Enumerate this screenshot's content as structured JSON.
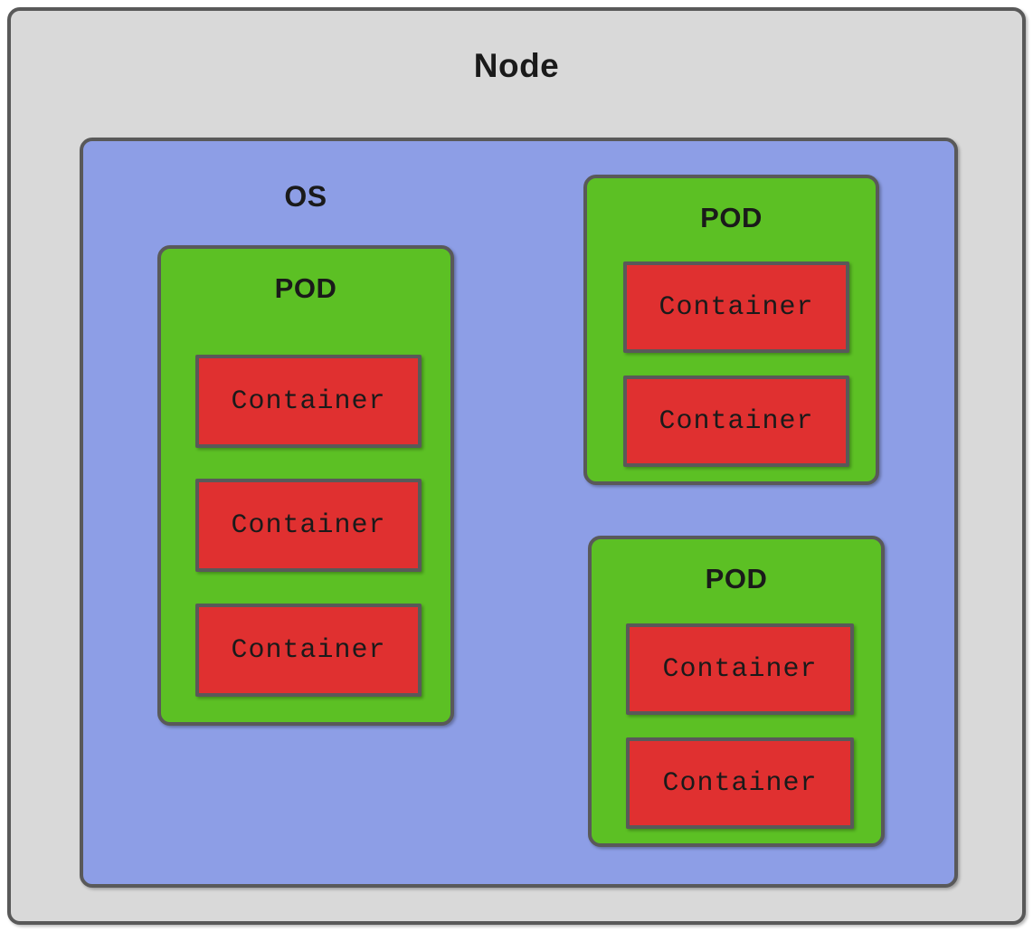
{
  "diagram": {
    "title": "Node",
    "colors": {
      "node_fill": "#d9d9d9",
      "os_fill": "#8d9ee6",
      "pod_fill": "#5cc024",
      "container_fill": "#e03030",
      "stroke": "#595959",
      "text": "#1a1a1a"
    },
    "node": {
      "label": "Node",
      "os": {
        "label": "OS",
        "pods": [
          {
            "id": "pod-left",
            "label": "POD",
            "containers": [
              {
                "label": "Container"
              },
              {
                "label": "Container"
              },
              {
                "label": "Container"
              }
            ]
          },
          {
            "id": "pod-top-right",
            "label": "POD",
            "containers": [
              {
                "label": "Container"
              },
              {
                "label": "Container"
              }
            ]
          },
          {
            "id": "pod-bottom-right",
            "label": "POD",
            "containers": [
              {
                "label": "Container"
              },
              {
                "label": "Container"
              }
            ]
          }
        ]
      }
    }
  }
}
